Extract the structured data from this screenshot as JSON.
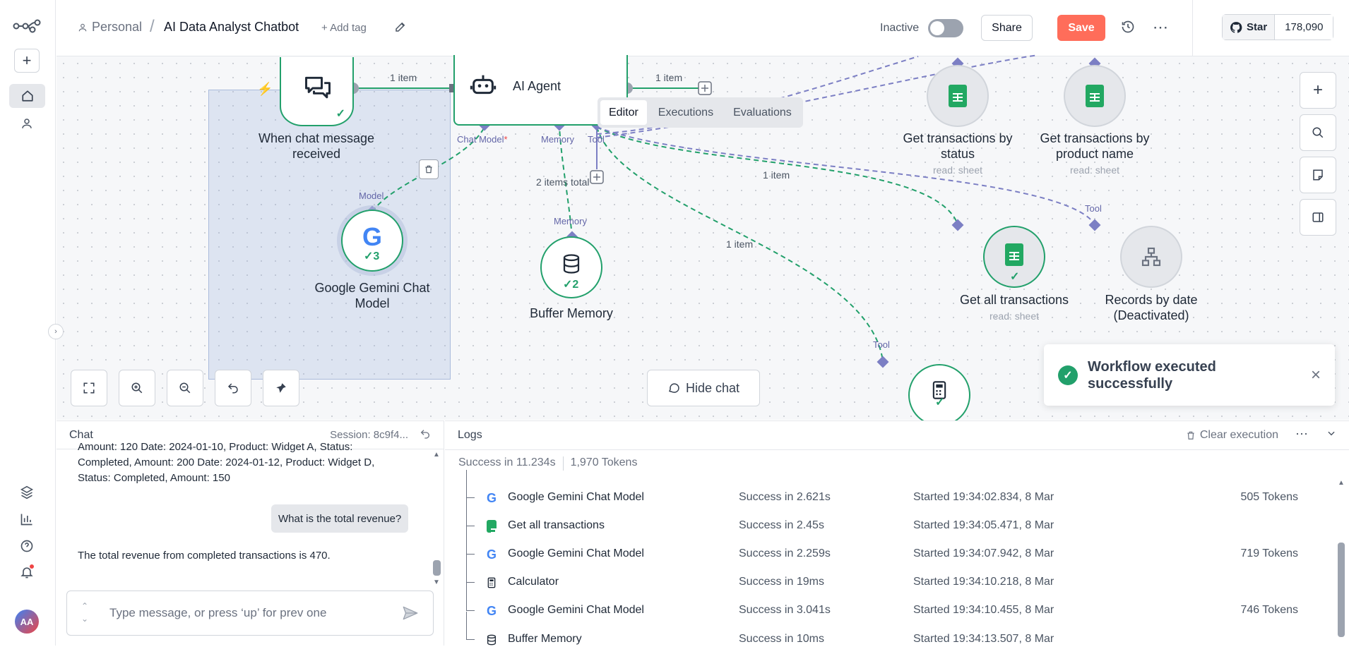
{
  "topbar": {
    "owner": "Personal",
    "workflow_name": "AI Data Analyst Chatbot",
    "add_tag": "+ Add tag",
    "active_label": "Inactive",
    "share_label": "Share",
    "save_label": "Save",
    "github_star_label": "Star",
    "github_star_count": "178,090"
  },
  "canvas": {
    "tabs": [
      "Editor",
      "Executions",
      "Evaluations"
    ],
    "active_tab": "Editor",
    "hide_chat_label": "Hide chat",
    "toast": "Workflow executed successfully",
    "nodes": {
      "trigger": {
        "label": "When chat message received"
      },
      "agent": {
        "label": "AI Agent"
      },
      "gemini": {
        "label": "Google Gemini Chat Model",
        "runs": "3"
      },
      "memory": {
        "label": "Buffer Memory",
        "runs": "2"
      },
      "get_by_status": {
        "label": "Get transactions by status",
        "sub": "read: sheet"
      },
      "get_by_product": {
        "label": "Get transactions by product name",
        "sub": "read: sheet"
      },
      "get_all": {
        "label": "Get all transactions",
        "sub": "read: sheet"
      },
      "records_by_date": {
        "label": "Records by date (Deactivated)"
      }
    },
    "ports": {
      "chat_model": "Chat Model",
      "memory": "Memory",
      "tool": "Tool",
      "model": "Model",
      "memory_in": "Memory",
      "tool_in_records": "Tool",
      "tool_in_calc": "Tool"
    },
    "edge_labels": {
      "trigger_to_agent": "1 item",
      "agent_out": "1 item",
      "memory_items": "2 items total",
      "get_all_items": "1 item",
      "calc_items": "1 item"
    },
    "colors": {
      "success": "#22a06b",
      "tool_edge": "#7c7fc4",
      "save": "#ff6d5a"
    }
  },
  "chat": {
    "title": "Chat",
    "session": "Session: 8c9f4...",
    "messages": {
      "bot_prev": "Amount: 120 Date: 2024-01-10, Product: Widget A, Status: Completed, Amount: 200 Date: 2024-01-12, Product: Widget D, Status: Completed, Amount: 150",
      "user": "What is the total revenue?",
      "bot_last": "The total revenue from completed transactions is 470."
    },
    "input_placeholder": "Type message, or press ‘up’ for prev one"
  },
  "logs": {
    "title": "Logs",
    "clear_label": "Clear execution",
    "summary_status": "Success in 11.234s",
    "summary_tokens": "1,970 Tokens",
    "rows": [
      {
        "icon": "google",
        "name": "Google Gemini Chat Model",
        "status": "Success in 2.621s",
        "started": "Started 19:34:02.834, 8 Mar",
        "tokens": "505 Tokens"
      },
      {
        "icon": "sheet",
        "name": "Get all transactions",
        "status": "Success in 2.45s",
        "started": "Started 19:34:05.471, 8 Mar",
        "tokens": ""
      },
      {
        "icon": "google",
        "name": "Google Gemini Chat Model",
        "status": "Success in 2.259s",
        "started": "Started 19:34:07.942, 8 Mar",
        "tokens": "719 Tokens"
      },
      {
        "icon": "calculator",
        "name": "Calculator",
        "status": "Success in 19ms",
        "started": "Started 19:34:10.218, 8 Mar",
        "tokens": ""
      },
      {
        "icon": "google",
        "name": "Google Gemini Chat Model",
        "status": "Success in 3.041s",
        "started": "Started 19:34:10.455, 8 Mar",
        "tokens": "746 Tokens"
      },
      {
        "icon": "database",
        "name": "Buffer Memory",
        "status": "Success in 10ms",
        "started": "Started 19:34:13.507, 8 Mar",
        "tokens": ""
      }
    ]
  },
  "sidebar": {
    "avatar_initials": "AA"
  }
}
